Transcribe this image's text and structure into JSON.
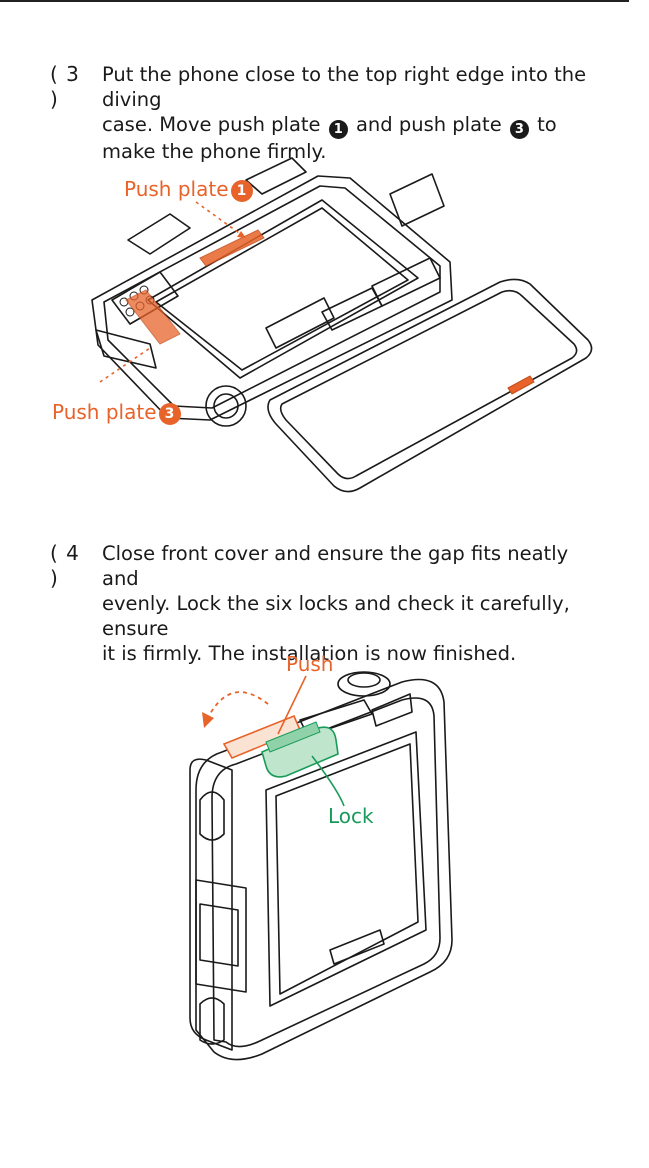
{
  "step3": {
    "number": "( 3 )",
    "line1": "Put the phone close to the top right edge into the diving",
    "line2_pre": "case. Move push plate",
    "line2_mid": "and push plate",
    "line2_post": "to",
    "line3": "make the phone firmly.",
    "plate_a": "1",
    "plate_b": "3",
    "label_plate1": "Push plate",
    "label_plate3": "Push plate"
  },
  "step4": {
    "number": "( 4 )",
    "line1": "Close front cover and ensure the gap fits neatly and",
    "line2": "evenly. Lock the six locks and check it carefully, ensure",
    "line3": "it is firmly.  The installation is now finished.",
    "label_push": "Push",
    "label_lock": "Lock"
  },
  "colors": {
    "accent_orange": "#e8632a",
    "accent_green": "#1a9a5a",
    "text": "#1a1a1a"
  }
}
